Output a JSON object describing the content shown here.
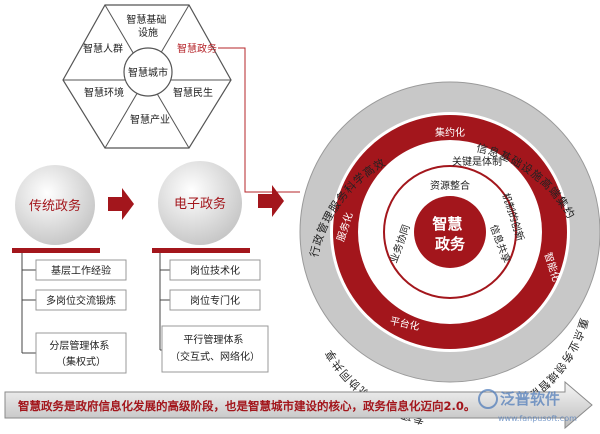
{
  "hexagon": {
    "center": "智慧城市",
    "segments": [
      {
        "text": [
          "智慧基础",
          "设施"
        ]
      },
      {
        "text": [
          "智慧政务"
        ]
      },
      {
        "text": [
          "智慧民生"
        ]
      },
      {
        "text": [
          "智慧产业"
        ]
      },
      {
        "text": [
          "智慧环境"
        ]
      },
      {
        "text": [
          "智慧人群"
        ]
      }
    ]
  },
  "stages": [
    {
      "title": "传统政务",
      "items": [
        [
          "基层工作经验"
        ],
        [
          "多岗位交流锻炼"
        ],
        [
          "分层管理体系",
          "（集权式）"
        ]
      ]
    },
    {
      "title": "电子政务",
      "items": [
        [
          "岗位技术化"
        ],
        [
          "岗位专门化"
        ],
        [
          "平行管理体系",
          "（交互式、网络化）"
        ]
      ]
    }
  ],
  "wheel": {
    "center": [
      "智慧",
      "政务"
    ],
    "inner_ring": [
      "资源整合",
      "信息共享",
      "业务协同"
    ],
    "red_ring": [
      "集约化",
      "关键是体制",
      "机制的创新",
      "智能化",
      "平台化",
      "服务化"
    ],
    "outer_ring": [
      "信息基础设施高端集约",
      "重点业务领域智能应用",
      "专项业务系统协同共享",
      "行政管理服务科学高效"
    ]
  },
  "banner": "智慧政务是政府信息化发展的高级阶段，也是智慧城市建设的核心，政务信息化迈向2.0。",
  "watermark": {
    "brand": "泛普软件",
    "url": "www.fanpusoft.com"
  },
  "colors": {
    "red": "#a3161c",
    "gray": "#c9c9c9",
    "dark": "#222222",
    "accent_text": "#b5242a"
  }
}
